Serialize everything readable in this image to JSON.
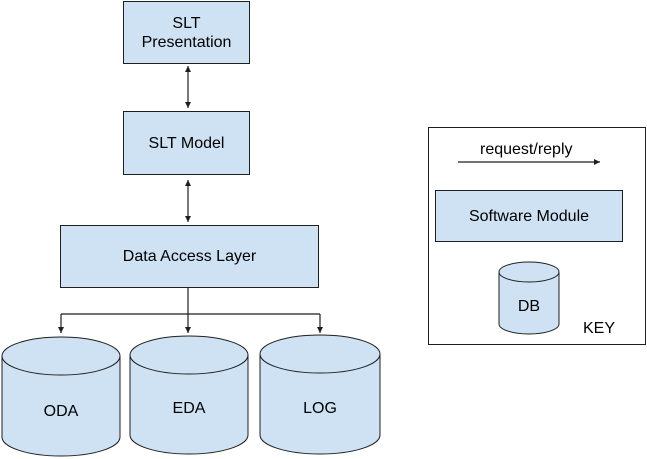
{
  "modules": {
    "presentation": "SLT\nPresentation",
    "model": "SLT Model",
    "data_access": "Data Access Layer"
  },
  "databases": [
    "ODA",
    "EDA",
    "LOG"
  ],
  "key": {
    "title": "KEY",
    "arrow_label": "request/reply",
    "module_label": "Software Module",
    "db_label": "DB"
  },
  "colors": {
    "fill": "#cfe2f3",
    "stroke": "#1f1f1f"
  }
}
